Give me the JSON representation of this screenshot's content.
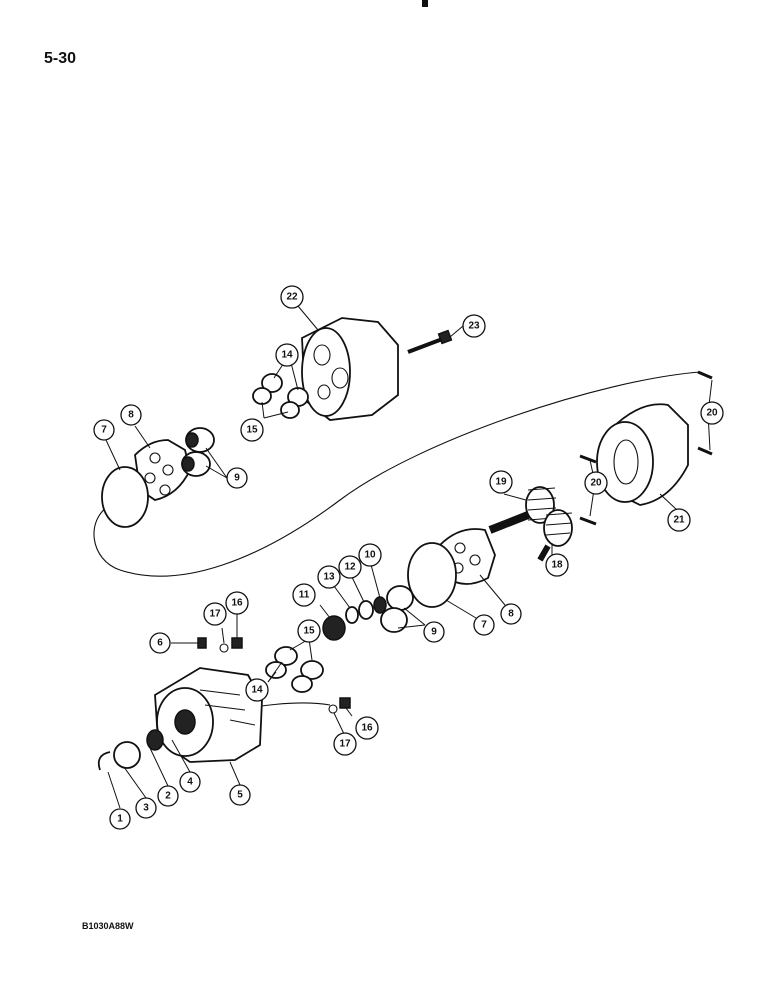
{
  "page_number": "5-30",
  "figure_code": "B1030A88W",
  "callouts": [
    {
      "label": "1"
    },
    {
      "label": "3"
    },
    {
      "label": "2"
    },
    {
      "label": "4"
    },
    {
      "label": "5"
    },
    {
      "label": "6"
    },
    {
      "label": "17"
    },
    {
      "label": "16"
    },
    {
      "label": "14"
    },
    {
      "label": "15"
    },
    {
      "label": "17"
    },
    {
      "label": "16"
    },
    {
      "label": "11"
    },
    {
      "label": "13"
    },
    {
      "label": "12"
    },
    {
      "label": "10"
    },
    {
      "label": "9"
    },
    {
      "label": "7"
    },
    {
      "label": "8"
    },
    {
      "label": "18"
    },
    {
      "label": "19"
    },
    {
      "label": "20"
    },
    {
      "label": "20"
    },
    {
      "label": "21"
    },
    {
      "label": "7"
    },
    {
      "label": "8"
    },
    {
      "label": "9"
    },
    {
      "label": "22"
    },
    {
      "label": "23"
    },
    {
      "label": "14"
    },
    {
      "label": "15"
    }
  ]
}
